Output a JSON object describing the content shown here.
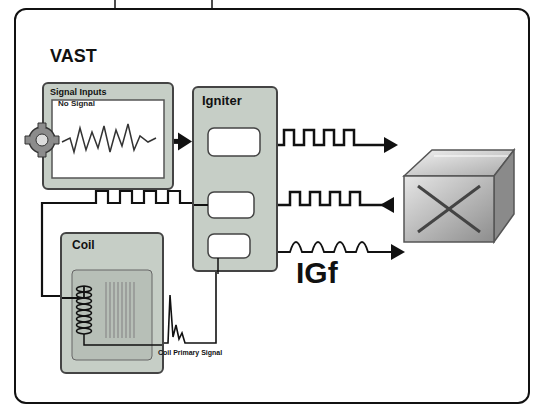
{
  "diagram": {
    "title": "VAST",
    "nodes": [
      {
        "text": [
          "Signal Inputs",
          "No Signal"
        ]
      },
      {
        "text": [
          "Igniter"
        ]
      },
      {
        "text": [
          "Coil"
        ]
      }
    ],
    "edges": [
      {
        "from": 0,
        "to": 1,
        "arrow": "to"
      },
      {
        "from": 2,
        "to": 1,
        "arrow": "none"
      },
      {
        "from": 2,
        "to": 1,
        "arrow": "none"
      }
    ],
    "labels": [
      "IGf",
      "Coil Primary Signal"
    ]
  }
}
